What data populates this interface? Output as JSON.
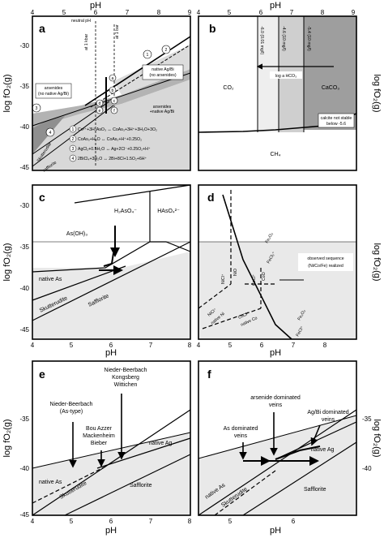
{
  "axes": {
    "ph_label": "pH",
    "fo2_label": "log fO₂(g)",
    "ticks_ph_4_9": [
      "4",
      "5",
      "6",
      "7",
      "8",
      "9"
    ],
    "ticks_ph_4_8": [
      "4",
      "5",
      "6",
      "7",
      "8"
    ],
    "ticks_fo2_a": [
      "-30",
      "-35",
      "-40",
      "-45"
    ],
    "ticks_fo2_c": [
      "-30",
      "-35",
      "-40",
      "-45"
    ],
    "ticks_fo2_e": [
      "-35",
      "-40",
      "-45"
    ]
  },
  "panel_a": {
    "letter": "a",
    "neutral_ph": "neutral pH",
    "at_1kbar": "at 1 kbar",
    "at_1bar": "at 1 bar",
    "native_agbi": "native Ag/Bi",
    "no_arsenides": "(no arsenides)",
    "arsenides": "arsenides",
    "no_native": "(no native Ag/Bi)",
    "arsenides_native": "arsenides",
    "plus_native": "+native Ag/Bi",
    "skutterudite": "Skutterudite",
    "safflorite": "safflorite",
    "points": [
      "a",
      "b",
      "c",
      "d",
      "e",
      "f"
    ],
    "circles": [
      "1",
      "2",
      "3",
      "4"
    ],
    "reactions": [
      "Co²⁺+3H₃AsO₃ ↔ CoAs₃+3H⁺+3H₂O+3O₂",
      "CoAs₃+H₂O ↔ CoAs₂+H⁺+0.25O₂",
      "AgCl₂+0.5H₂O ↔ Ag+2Cl⁻+0.25O₂+H⁺",
      "2BiCl₄+3H₂O ↔ 2Bi+8Cl+1.5O₂+6H⁺"
    ]
  },
  "panel_b": {
    "letter": "b",
    "c1": "-6.0 (0.01 mg/l)",
    "c2": "-4.6 (10 mg/l)",
    "c3": "-5.4 (10 mg/l)",
    "arrow_label": "log a HCO₃",
    "co2": "CO₂",
    "caco3": "CaCO₃",
    "ch4": "CH₄",
    "note1": "calcite not stable",
    "note2": "below -5.6"
  },
  "panel_c": {
    "letter": "c",
    "h2aso4": "H₂AsO₄⁻",
    "haso4": "HAsO₄²⁻",
    "asoh3": "As(OH)₃",
    "native_as": "native As",
    "skutterudite": "Skutterudite",
    "safflorite": "Safflorite"
  },
  "panel_d": {
    "letter": "d",
    "nicl_nio": "NiCl⁺",
    "nio": "NiO",
    "cocl_coo": "CoCl⁺",
    "coo": "CoO",
    "feo": "Fe₂O₃",
    "fecl": "FeCl₂⁺",
    "nicl2": "NiCl⁺",
    "native_ni": "native Ni",
    "cocl2": "CoCl⁺",
    "native_co": "native Co",
    "fe2o3b": "Fe₂O₃",
    "fecl2b": "FeCl⁺",
    "observed1": "observed sequence",
    "observed2": "(Ni/Co/Fe) realized"
  },
  "panel_e": {
    "letter": "e",
    "nb1": "Nieder-Beerbach",
    "nb2": "Kongsberg",
    "nb3": "Wittichen",
    "nba1": "Nieder-Beerbach",
    "nba2": "(As-type)",
    "ba1": "Bou Azzer",
    "ba2": "Mackenheim",
    "ba3": "Bieber",
    "native_ag": "native Ag",
    "native_as": "native As",
    "skutterudite": "Skutterudite",
    "safflorite": "Safflorite"
  },
  "panel_f": {
    "letter": "f",
    "ars1": "arsenide dominated",
    "ars2": "veins",
    "ag1": "Ag/Bi dominated",
    "ag2": "veins",
    "as1": "As dominated",
    "as2": "veins",
    "native_ag": "native Ag",
    "native_as": "native As",
    "skutterudite": "Skutterudite",
    "safflorite": "Safflorite"
  }
}
